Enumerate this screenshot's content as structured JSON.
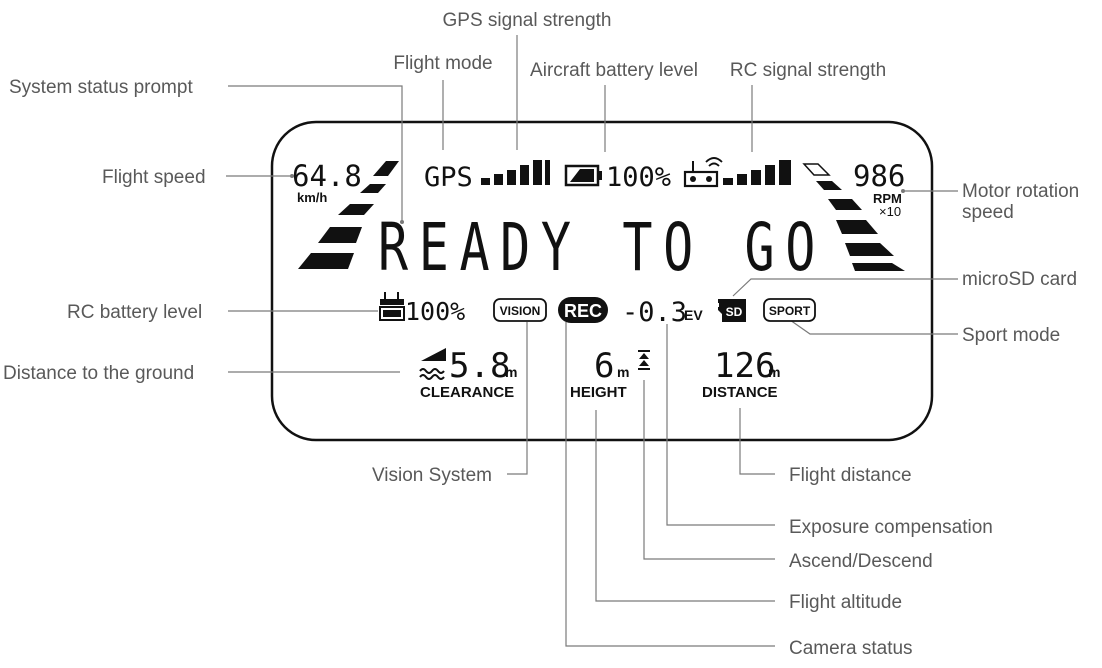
{
  "callouts": {
    "gps_signal_strength": "GPS signal strength",
    "flight_mode": "Flight mode",
    "aircraft_battery_level": "Aircraft battery level",
    "rc_signal_strength": "RC signal strength",
    "system_status_prompt": "System status prompt",
    "flight_speed": "Flight speed",
    "motor_rotation_speed_line1": "Motor rotation",
    "motor_rotation_speed_line2": "speed",
    "microsd_card": "microSD card",
    "rc_battery_level": "RC battery level",
    "sport_mode": "Sport mode",
    "distance_to_ground": "Distance to the ground",
    "vision_system": "Vision System",
    "flight_distance": "Flight distance",
    "exposure_compensation": "Exposure compensation",
    "ascend_descend": "Ascend/Descend",
    "flight_altitude": "Flight altitude",
    "camera_status": "Camera status"
  },
  "display": {
    "speed_value": "64.8",
    "speed_unit": "km/h",
    "flight_mode_text": "GPS",
    "aircraft_battery_pct": "100%",
    "motor_value": "986",
    "motor_unit": "RPM",
    "motor_multiplier": "×10",
    "status_message": "READY TO GO",
    "rc_battery_pct": "100%",
    "vision_badge": "VISION",
    "rec_badge": "REC",
    "ev_value": "-0.3",
    "ev_unit": "EV",
    "sd_badge": "SD",
    "sport_badge": "SPORT",
    "clearance_value": "5.8",
    "clearance_unit": "m",
    "clearance_label": "CLEARANCE",
    "height_value": "6",
    "height_unit": "m",
    "height_label": "HEIGHT",
    "distance_value": "126",
    "distance_unit": "m",
    "distance_label": "DISTANCE"
  }
}
